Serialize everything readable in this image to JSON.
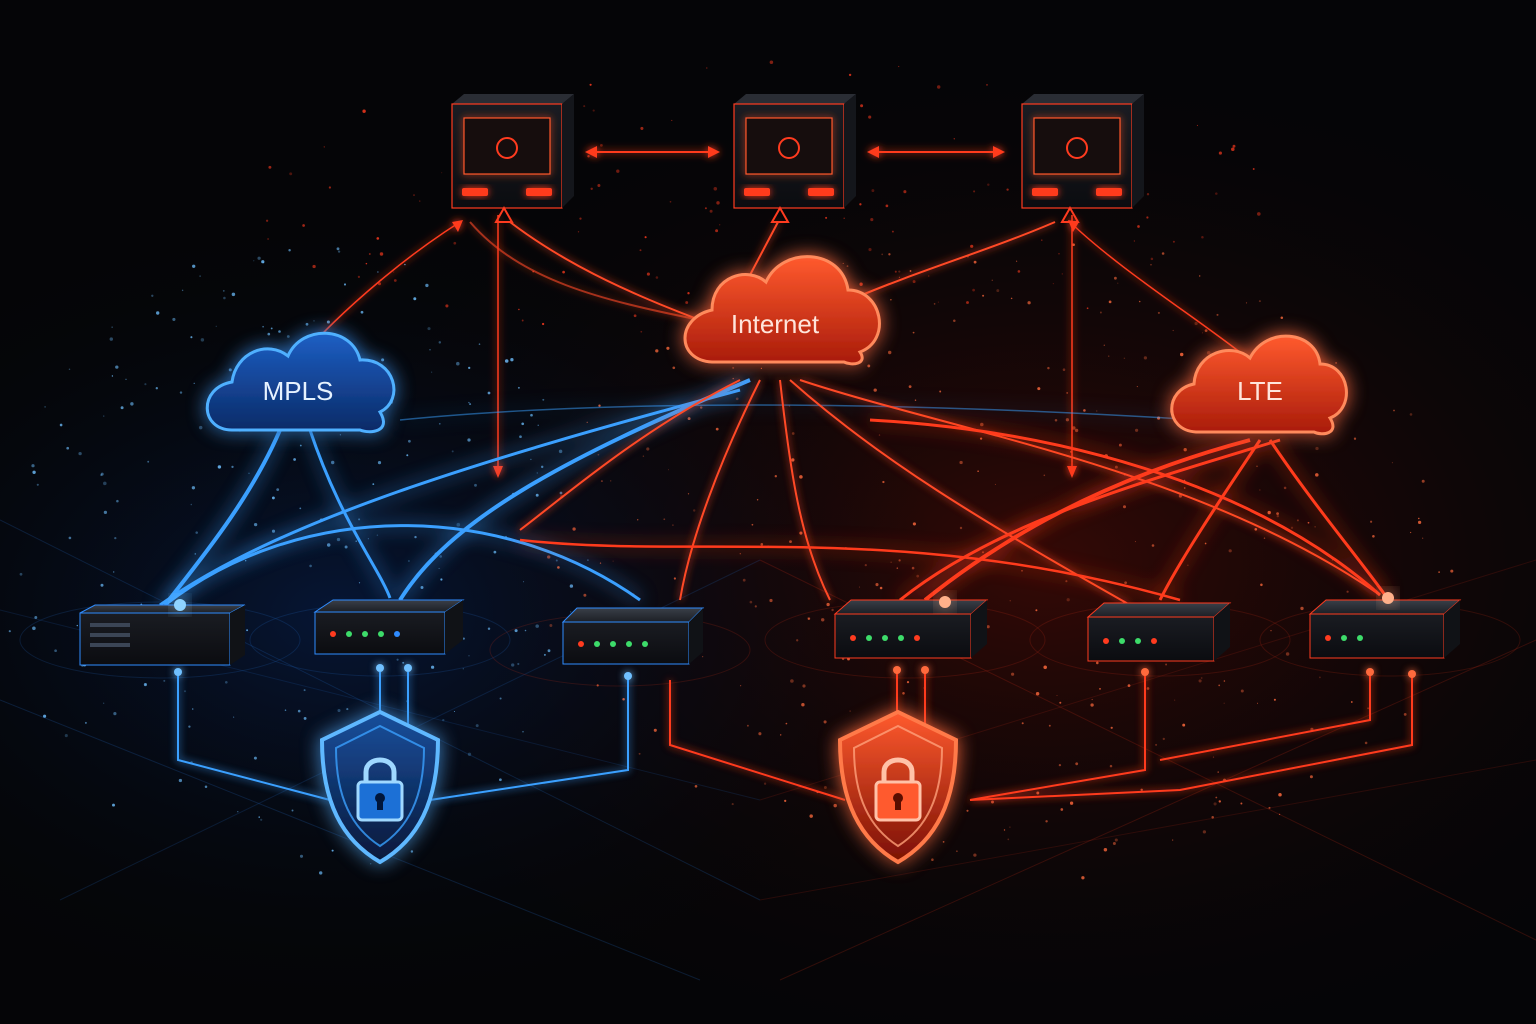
{
  "colors": {
    "background": "#050507",
    "red": "#ff3b1f",
    "red_glow": "#ff6a3d",
    "blue": "#2f8cff",
    "blue_glow": "#6fc0ff"
  },
  "clouds": {
    "mpls": {
      "label": "MPLS",
      "icon": "cloud-icon"
    },
    "internet": {
      "label": "Internet",
      "icon": "cloud-icon"
    },
    "lte": {
      "label": "LTE",
      "icon": "cloud-icon"
    }
  },
  "icons": {
    "datacenter": "server-icon",
    "edge": "router-icon",
    "security": "shield-lock-icon"
  }
}
